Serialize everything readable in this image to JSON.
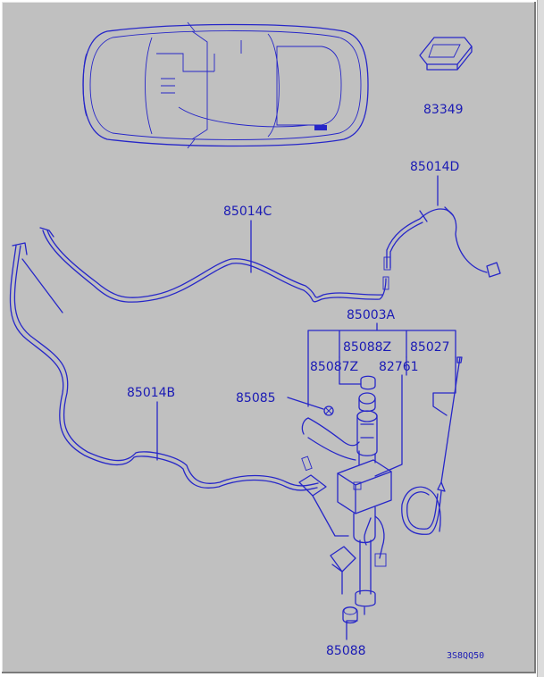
{
  "diagram": {
    "parts": {
      "p83349": "83349",
      "p85014D": "85014D",
      "p85014C": "85014C",
      "p85003A": "85003A",
      "p85088Z": "85088Z",
      "p85027": "85027",
      "p85087Z": "85087Z",
      "p82761": "82761",
      "p85014B": "85014B",
      "p85085": "85085",
      "p85088": "85088"
    },
    "drawing_code": "3S8QQ50",
    "line_color": "#2626c8",
    "background_color": "#c0c0c0"
  }
}
